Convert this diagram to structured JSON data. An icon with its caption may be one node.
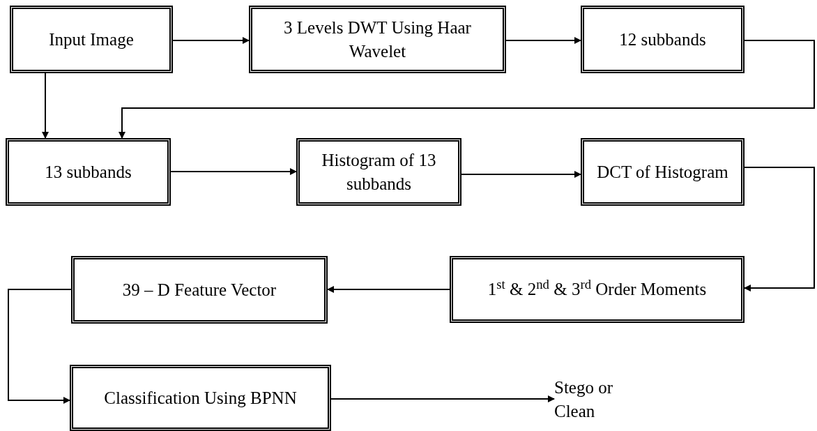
{
  "diagram": {
    "nodes": [
      {
        "text": [
          "Input Image"
        ]
      },
      {
        "text": [
          "3 Levels DWT Using Haar Wavelet"
        ]
      },
      {
        "text": [
          "12 subbands"
        ]
      },
      {
        "text": [
          "13 subbands"
        ]
      },
      {
        "text": [
          "Histogram of 13 subbands"
        ]
      },
      {
        "text": [
          "DCT of Histogram"
        ]
      },
      {
        "text": [
          "1$^{st}$ & 2$^{nd}$ & 3$^{rd}$ Order Moments"
        ]
      },
      {
        "text": [
          "39 – D Feature Vector"
        ]
      },
      {
        "text": [
          "Classification Using BPNN"
        ]
      },
      {
        "text": [
          "Stego or Clean"
        ]
      }
    ],
    "edges": [
      {
        "from": 0,
        "to": 1,
        "arrow": "to"
      },
      {
        "from": 1,
        "to": 2,
        "arrow": "to"
      },
      {
        "from": 2,
        "to": 3,
        "arrow": "to"
      },
      {
        "from": 0,
        "to": 3,
        "arrow": "to"
      },
      {
        "from": 3,
        "to": 4,
        "arrow": "to"
      },
      {
        "from": 4,
        "to": 5,
        "arrow": "to"
      },
      {
        "from": 5,
        "to": 6,
        "arrow": "to"
      },
      {
        "from": 6,
        "to": 7,
        "arrow": "to"
      },
      {
        "from": 7,
        "to": 8,
        "arrow": "to"
      },
      {
        "from": 8,
        "to": 9,
        "arrow": "to"
      }
    ]
  }
}
